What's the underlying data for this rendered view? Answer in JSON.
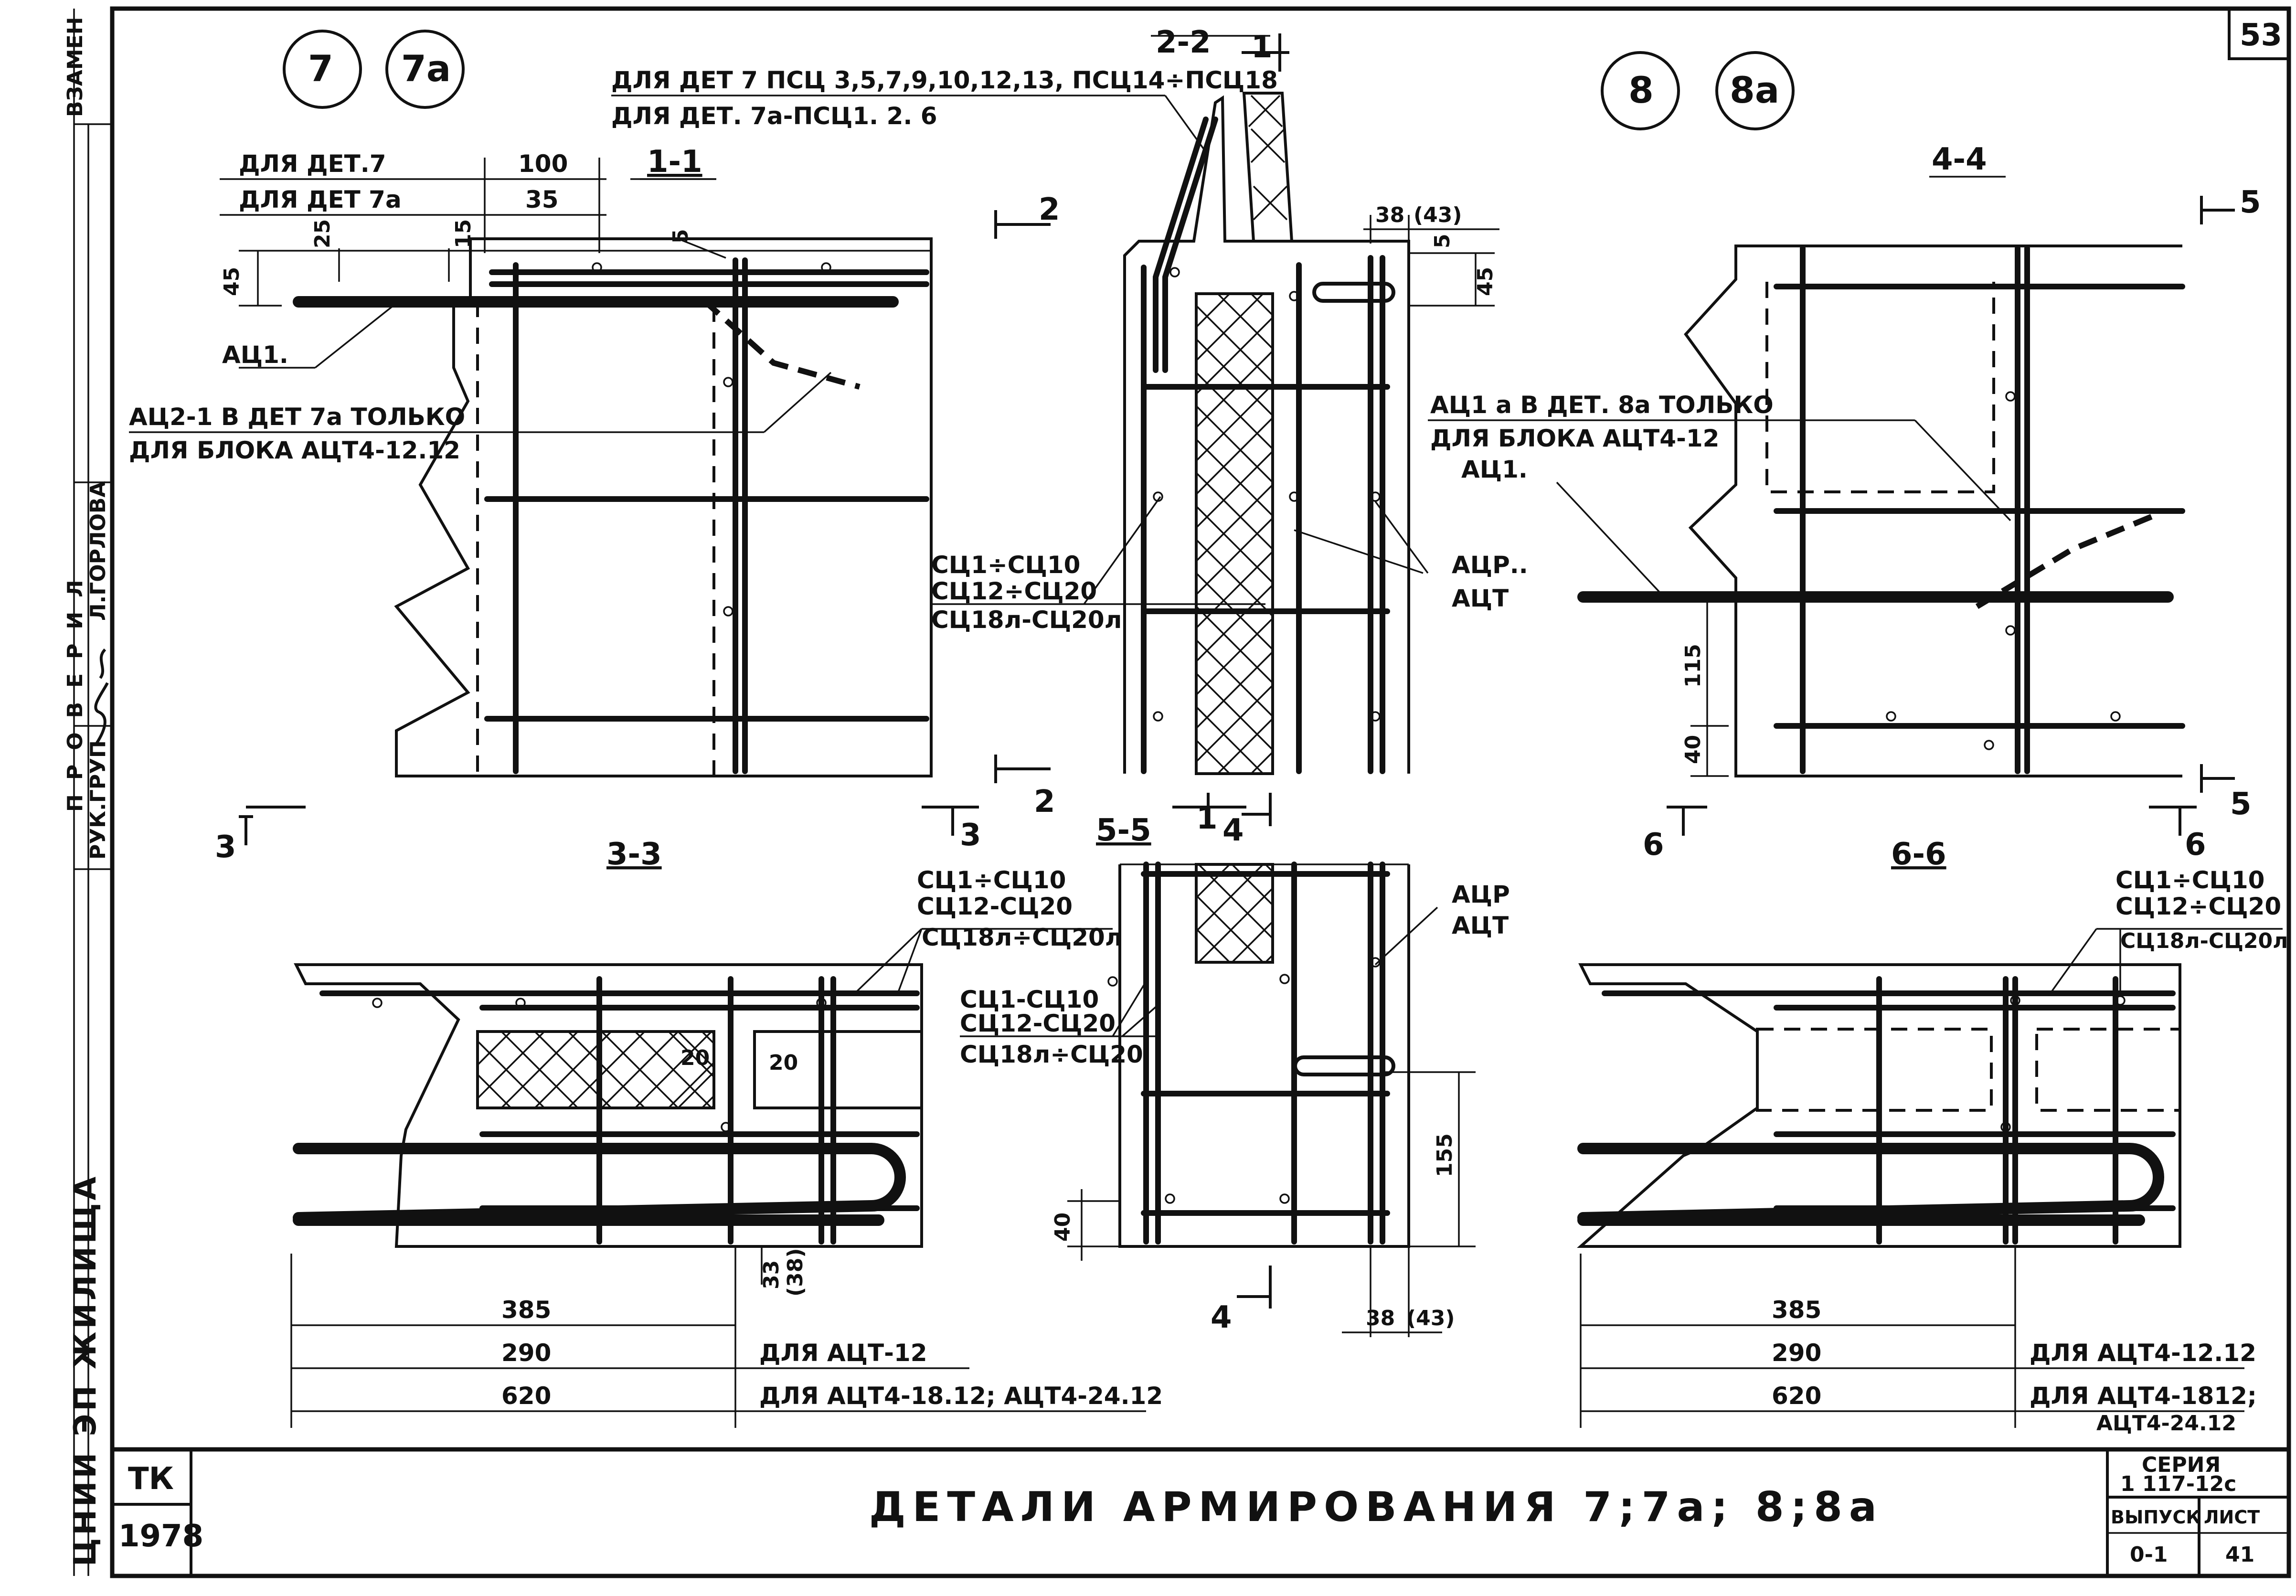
{
  "sheet": {
    "page_number": "53",
    "title": "ДЕТАЛИ АРМИРОВАНИЯ 7;7а; 8;8а",
    "stamp": {
      "code": "ТК",
      "year": "1978"
    },
    "series": {
      "label": "СЕРИЯ",
      "value": "1 117-12с"
    },
    "issue": {
      "label": "ВЫПУСК",
      "value": "0-1"
    },
    "list": {
      "label": "ЛИСТ",
      "value": "41"
    },
    "side_labels": {
      "top": "ВЗАМЕН",
      "checked": "ПРОВЕРИЛ",
      "checker": "Л.ГОРЛОВА",
      "group_head": "РУК.ГРУП",
      "institute": "ЦНИИ ЭП ЖИЛИЩА"
    }
  },
  "details": {
    "d7": "7",
    "d7a": "7а",
    "d8": "8",
    "d8a": "8а"
  },
  "section_1_1": {
    "title": "1-1",
    "dim_row1_label": "ДЛЯ ДЕТ.7",
    "dim_row1_value": "100",
    "dim_row2_label": "ДЛЯ ДЕТ 7а",
    "dim_row2_value": "35",
    "dim_45": "45",
    "dim_25": "25",
    "dim_15": "15",
    "dim_5": "5",
    "acc1_label": "АЦ1.",
    "acc21_note_line1": "АЦ2-1 В ДЕТ 7а ТОЛЬКО",
    "acc21_note_line2": "ДЛЯ БЛОКА АЦТ4-12.12"
  },
  "section_2_2": {
    "title": "2-2",
    "marker_2": "2",
    "marker_1": "1",
    "note_line1": "ДЛЯ ДЕТ 7 ПСЦ 3,5,7,9,10,12,13, ПСЦ14÷ПСЦ18",
    "note_line2": "ДЛЯ ДЕТ. 7а-ПСЦ1. 2. 6",
    "dim_38": "38",
    "dim_43": "(43)",
    "dim_5": "5",
    "dim_45": "45",
    "sc_line1": "СЦ1÷СЦ10",
    "sc_line2": "СЦ12÷СЦ20",
    "sc_line3": "СЦ18л-СЦ20л",
    "acr_line1": "АЦР..",
    "acr_line2": "АЦТ"
  },
  "section_4_4": {
    "title": "4-4",
    "marker_5": "5",
    "note_line1": "АЦ1 а В ДЕТ. 8а ТОЛЬКО",
    "note_line2": "ДЛЯ БЛОКА АЦТ4-12",
    "acc1_label": "АЦ1.",
    "dim_115": "115",
    "dim_40": "40"
  },
  "section_3_3": {
    "title": "3-3",
    "marker_3": "3",
    "sc_line1": "СЦ1÷СЦ10",
    "sc_line2": "СЦ12-СЦ20",
    "sc_line3": "СЦ18л÷СЦ20л",
    "dim_20a": "20",
    "dim_20b": "20",
    "dim_33": "33",
    "dim_38": "(38)",
    "dim_385": "385",
    "dim_290": "290",
    "dim_620": "620",
    "note_290": "ДЛЯ АЦТ-12",
    "note_620": "ДЛЯ АЦТ4-18.12;  АЦТ4-24.12"
  },
  "section_5_5": {
    "title": "5-5",
    "marker_4": "4",
    "marker_1": "1",
    "sc_line1": "СЦ1-СЦ10",
    "sc_line2": "СЦ12-СЦ20",
    "sc_line3": "СЦ18л÷СЦ20",
    "acr_line1": "АЦР",
    "acr_line2": "АЦТ",
    "dim_155": "155",
    "dim_40": "40",
    "dim_38": "38",
    "dim_43": "(43)"
  },
  "section_6_6": {
    "title": "6-6",
    "marker_6": "6",
    "sc_line1": "СЦ1÷СЦ10",
    "sc_line2": "СЦ12÷СЦ20",
    "sc_line3": "СЦ18л-СЦ20л",
    "dim_385": "385",
    "dim_290": "290",
    "dim_620": "620",
    "note_290": "ДЛЯ АЦТ4-12.12",
    "note_620_line1": "ДЛЯ АЦТ4-1812;",
    "note_620_line2": "АЦТ4-24.12"
  }
}
